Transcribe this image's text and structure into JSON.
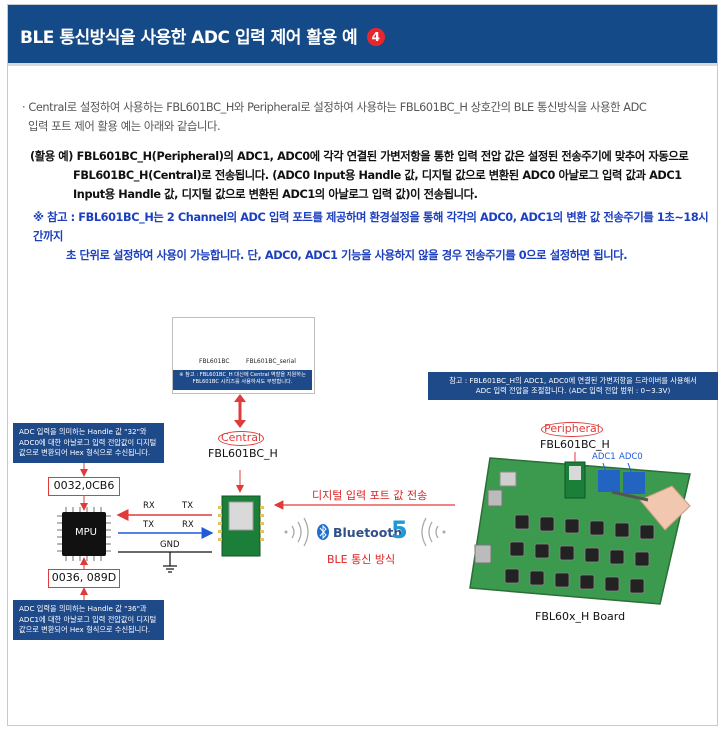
{
  "header": {
    "title": "BLE 통신방식을 사용한 ADC 입력 제어 활용 예",
    "number": "4"
  },
  "intro": {
    "line1": "· Central로 설정하여 사용하는 FBL601BC_H와 Peripheral로 설정하여 사용하는 FBL601BC_H 상호간의 BLE 통신방식을 사용한 ADC",
    "line2": "입력 포트 제어 활용 예는 아래와 같습니다."
  },
  "example": {
    "line1": "(활용 예) FBL601BC_H(Peripheral)의 ADC1, ADC0에 각각 연결된 가변저항을 통한 입력 전압 값은 설정된 전송주기에 맞추어 자동으로",
    "line2": "FBL601BC_H(Central)로 전송됩니다.  (ADC0 Input용 Handle 값, 디지털 값으로 변환된 ADC0 아날로그 입력 값과 ADC1",
    "line3": "Input용 Handle 값, 디지털 값으로 변환된 ADC1의 아날로그 입력 값)이 전송됩니다."
  },
  "note": {
    "line1": "※ 참고 : FBL601BC_H는 2 Channel의 ADC 입력 포트를 제공하며 환경설정을 통해 각각의 ADC0, ADC1의 변환 값 전송주기를 1초~18시간까지",
    "line2": "초 단위로 설정하여 사용이 가능합니다.  단, ADC0, ADC1 기능을 사용하지 않을 경우 전송주기를 0으로 설정하면 됩니다."
  },
  "diagram": {
    "module_panel": {
      "label_left": "FBL601BC",
      "label_right": "FBL601BC_serial",
      "note_line1": "※ 참고 : FBL601BC_H 대신에 Central 역할을 지원하는",
      "note_line2": "FBL601BC 시리즈를 사용하셔도 무방합니다."
    },
    "central_tag": "Central",
    "central_name": "FBL601BC_H",
    "top_note": {
      "line1": "ADC 입력을 의미하는 Handle 값 \"32\"와",
      "line2": "ADC0에 대한 아날로그 입력 전압값이 디지털",
      "line3": "값으로 변환되어 Hex 형식으로 수신됩니다."
    },
    "hex_top": "0032,0CB6",
    "hex_bottom": "0036, 089D",
    "bottom_note": {
      "line1": "ADC 입력을 의미하는 Handle 값 \"36\"과",
      "line2": "ADC1에 대한 아날로그 입력 전압값이 디지털",
      "line3": "값으로 변환되어 Hex 형식으로 수신됩니다."
    },
    "mpu_label": "MPU",
    "rx_left": "RX",
    "tx_right": "TX",
    "tx_left": "TX",
    "rx_right": "RX",
    "gnd": "GND",
    "transfer_label": "디지털 입력 포트 값 전송",
    "bluetooth_label": "Bluetooth",
    "bluetooth_version": "5",
    "ble_method": "BLE 통신 방식",
    "right_note": {
      "line1": "참고 : FBL601BC_H의 ADC1, ADC0에 연결된 가변저항을 드라이버를 사용해서",
      "line2": "ADC 입력 전압을 조절합니다.  (ADC 입력 전압 범위 : 0~3.3V)"
    },
    "peripheral_tag": "Peripheral",
    "peripheral_name": "FBL601BC_H",
    "adc1": "ADC1",
    "adc0": "ADC0",
    "board_name": "FBL60x_H Board"
  },
  "colors": {
    "header_bg": "#144a87",
    "accent_red": "#e03b3b",
    "note_blue": "#1c3fbf",
    "dark_note_bg": "#1f4a8a",
    "pcb_green": "#3c9a4e"
  }
}
